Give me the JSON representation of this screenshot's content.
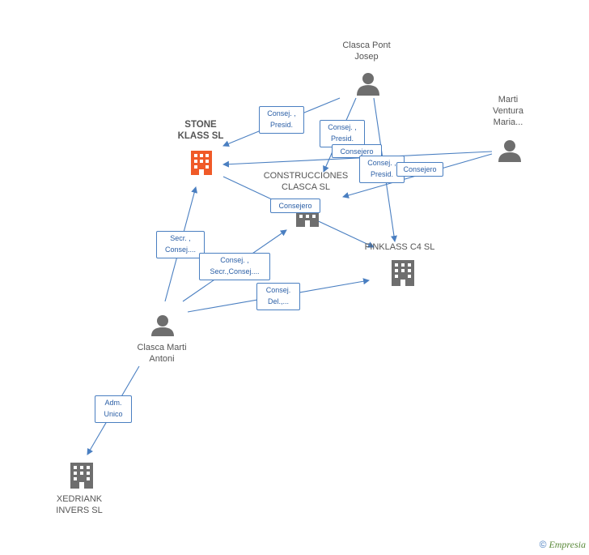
{
  "colors": {
    "accent": "#4a7fc1",
    "highlight": "#f05a28",
    "node": "#6e6e6e"
  },
  "nodes": {
    "stone_klass": "STONE\nKLASS SL",
    "construcciones": "CONSTRUCCIONES\nCLASCA SL",
    "finklass": "FINKLASS C4 SL",
    "xedriank": "XEDRIANK\nINVERS SL",
    "clasca_pont": "Clasca Pont\nJosep",
    "marti_ventura": "Marti\nVentura\nMaria...",
    "clasca_marti": "Clasca Marti\nAntoni"
  },
  "edges": {
    "cp_stone": "Consej. ,\nPresid.",
    "cp_const": "Consej. ,\nPresid.",
    "mv_stone": "Consejero",
    "mv_fin": "Consej. ,\nPresid.",
    "mv_const": "Consejero",
    "stone_const": "Consejero",
    "cm_stone": "Secr. ,\nConsej....",
    "cm_const": "Consej. ,\nSecr.,Consej....",
    "cm_fin": "Consej.\nDel.,...",
    "cm_xed": "Adm.\nUnico"
  },
  "footer": {
    "copyright": "©",
    "brand": "Empresia"
  }
}
